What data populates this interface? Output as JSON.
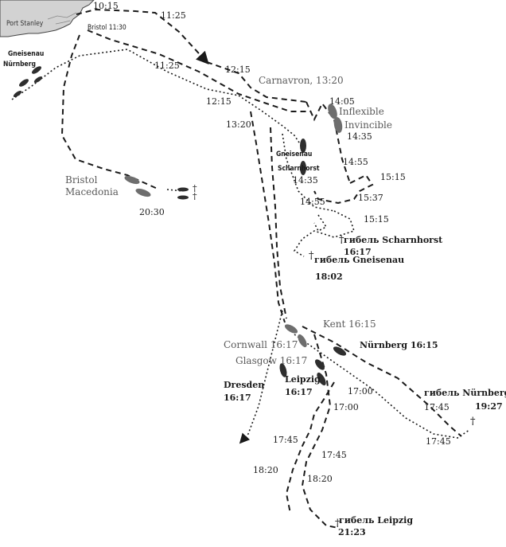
{
  "colors": {
    "ink": "#1a1a1a",
    "ship_dark": "#2e2e2e",
    "ship_grey": "#6e6e6e",
    "label_grey": "#5a5a5a",
    "land": "#d2d2d2"
  },
  "land": {
    "label": "Port Stanley"
  },
  "times": {
    "t_1015": "10:15",
    "t_1125_top": "11:25",
    "t_bristol_1130": "Bristol 11:30",
    "t_1215_a": "12:15",
    "t_1125_mid": "11:25",
    "t_carnarvon": "Carnavron, 13:20",
    "t_1215_b": "12:15",
    "t_1320": "13:20",
    "t_1405": "14:05",
    "t_1435_inv": "14:35",
    "t_1455_a": "14:55",
    "t_1515_a": "15:15",
    "t_1435_sch": "14:35",
    "t_1537": "15:37",
    "t_1455_b": "14:55",
    "t_1515_b": "15:15",
    "t_2030": "20:30",
    "t_1700_a": "17:00",
    "t_1700_b": "17:00",
    "t_1745_a": "17:45",
    "t_1745_b": "17:45",
    "t_1820_a": "18:20",
    "t_1820_b": "18:20",
    "t_1745_c": "17:45",
    "t_1745_d": "17:45"
  },
  "ships": {
    "gneisenau_top": "Gneisenau",
    "nurnberg_top": "Nürnberg",
    "bristol": "Bristol",
    "macedonia": "Macedonia",
    "inflexible": "Inflexible",
    "invincible": "Invincible",
    "gneisenau_mid": "Gneisenau",
    "scharnhorst": "Scharnhorst",
    "kent": "Kent 16:15",
    "cornwall": "Cornwall 16:17",
    "glasgow": "Glasgow 16:17",
    "nurnberg_mid": "Nürnberg 16:15",
    "dresden": "Dresden",
    "dresden_time": "16:17",
    "leipzig": "Leipzig",
    "leipzig_time": "16:17"
  },
  "sinkings": {
    "scharnhorst": "гибель Scharnhorst",
    "scharnhorst_time": "16:17",
    "gneisenau": "гибель Gneisenau",
    "gneisenau_time": "18:02",
    "nurnberg": "гибель Nürnberg",
    "nurnberg_time": "19:27",
    "leipzig": "гибель Leipzig",
    "leipzig_time": "21:23"
  }
}
